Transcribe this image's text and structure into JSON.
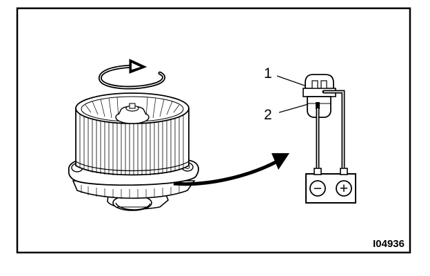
{
  "callouts": {
    "connector_label": "1",
    "terminal_label": "2"
  },
  "figure_code": "I04936",
  "battery": {
    "negative_symbol": "−",
    "positive_symbol": "+"
  },
  "icons": {
    "rotation": "rotation-arrow-icon",
    "connection": "curved-arrow-icon"
  },
  "colors": {
    "line": "#000000",
    "background": "#ffffff"
  }
}
